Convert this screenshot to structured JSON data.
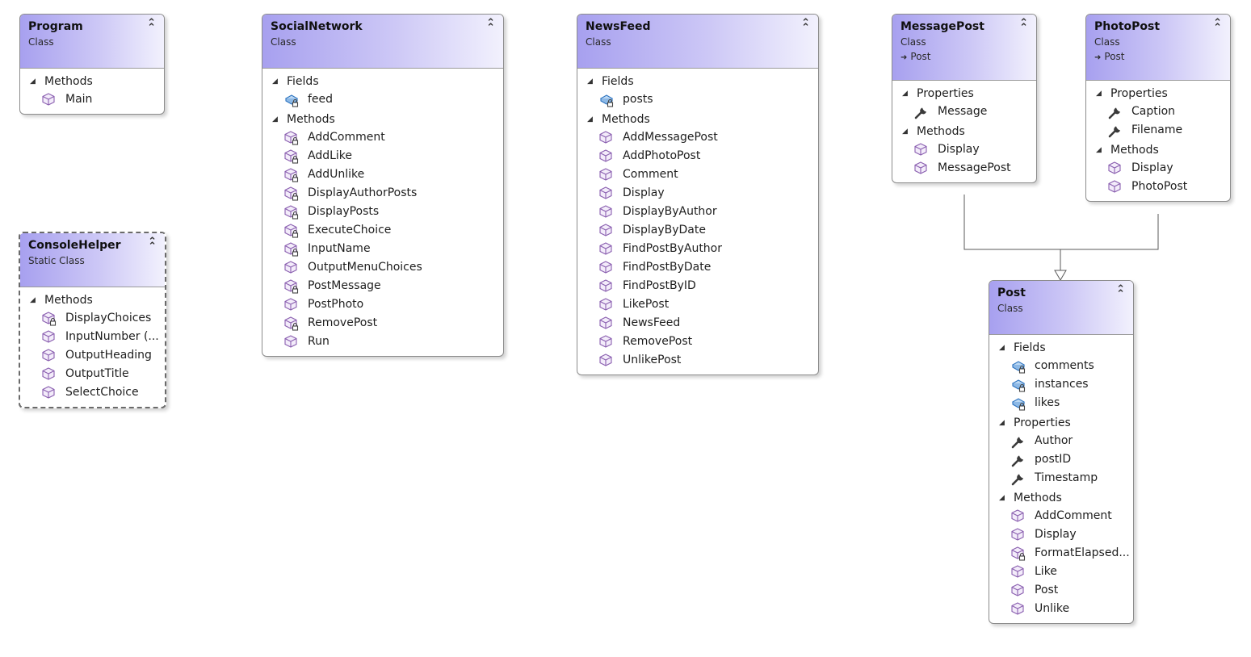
{
  "classes": [
    {
      "id": "program",
      "name": "Program",
      "kind": "Class",
      "base": "",
      "static": false,
      "sections": [
        {
          "title": "Methods",
          "members": [
            {
              "name": "Main",
              "type": "method-public"
            }
          ]
        }
      ]
    },
    {
      "id": "socialnetwork",
      "name": "SocialNetwork",
      "kind": "Class",
      "base": "",
      "static": false,
      "sections": [
        {
          "title": "Fields",
          "members": [
            {
              "name": "feed",
              "type": "field-private"
            }
          ]
        },
        {
          "title": "Methods",
          "members": [
            {
              "name": "AddComment",
              "type": "method-private"
            },
            {
              "name": "AddLike",
              "type": "method-private"
            },
            {
              "name": "AddUnlike",
              "type": "method-private"
            },
            {
              "name": "DisplayAuthorPosts",
              "type": "method-private"
            },
            {
              "name": "DisplayPosts",
              "type": "method-private"
            },
            {
              "name": "ExecuteChoice",
              "type": "method-private"
            },
            {
              "name": "InputName",
              "type": "method-private"
            },
            {
              "name": "OutputMenuChoices",
              "type": "method-public"
            },
            {
              "name": "PostMessage",
              "type": "method-private"
            },
            {
              "name": "PostPhoto",
              "type": "method-public"
            },
            {
              "name": "RemovePost",
              "type": "method-private"
            },
            {
              "name": "Run",
              "type": "method-public"
            }
          ]
        }
      ]
    },
    {
      "id": "newsfeed",
      "name": "NewsFeed",
      "kind": "Class",
      "base": "",
      "static": false,
      "sections": [
        {
          "title": "Fields",
          "members": [
            {
              "name": "posts",
              "type": "field-private"
            }
          ]
        },
        {
          "title": "Methods",
          "members": [
            {
              "name": "AddMessagePost",
              "type": "method-public"
            },
            {
              "name": "AddPhotoPost",
              "type": "method-public"
            },
            {
              "name": "Comment",
              "type": "method-public"
            },
            {
              "name": "Display",
              "type": "method-public"
            },
            {
              "name": "DisplayByAuthor",
              "type": "method-public"
            },
            {
              "name": "DisplayByDate",
              "type": "method-public"
            },
            {
              "name": "FindPostByAuthor",
              "type": "method-public"
            },
            {
              "name": "FindPostByDate",
              "type": "method-public"
            },
            {
              "name": "FindPostByID",
              "type": "method-public"
            },
            {
              "name": "LikePost",
              "type": "method-public"
            },
            {
              "name": "NewsFeed",
              "type": "method-public"
            },
            {
              "name": "RemovePost",
              "type": "method-public"
            },
            {
              "name": "UnlikePost",
              "type": "method-public"
            }
          ]
        }
      ]
    },
    {
      "id": "messagepost",
      "name": "MessagePost",
      "kind": "Class",
      "base": "Post",
      "static": false,
      "sections": [
        {
          "title": "Properties",
          "members": [
            {
              "name": "Message",
              "type": "property"
            }
          ]
        },
        {
          "title": "Methods",
          "members": [
            {
              "name": "Display",
              "type": "method-public"
            },
            {
              "name": "MessagePost",
              "type": "method-public"
            }
          ]
        }
      ]
    },
    {
      "id": "photopost",
      "name": "PhotoPost",
      "kind": "Class",
      "base": "Post",
      "static": false,
      "sections": [
        {
          "title": "Properties",
          "members": [
            {
              "name": "Caption",
              "type": "property"
            },
            {
              "name": "Filename",
              "type": "property"
            }
          ]
        },
        {
          "title": "Methods",
          "members": [
            {
              "name": "Display",
              "type": "method-public"
            },
            {
              "name": "PhotoPost",
              "type": "method-public"
            }
          ]
        }
      ]
    },
    {
      "id": "consolehelper",
      "name": "ConsoleHelper",
      "kind": "Static Class",
      "base": "",
      "static": true,
      "sections": [
        {
          "title": "Methods",
          "members": [
            {
              "name": "DisplayChoices",
              "type": "method-private"
            },
            {
              "name": "InputNumber  (...",
              "type": "method-public"
            },
            {
              "name": "OutputHeading",
              "type": "method-public"
            },
            {
              "name": "OutputTitle",
              "type": "method-public"
            },
            {
              "name": "SelectChoice",
              "type": "method-public"
            }
          ]
        }
      ]
    },
    {
      "id": "post",
      "name": "Post",
      "kind": "Class",
      "base": "",
      "static": false,
      "sections": [
        {
          "title": "Fields",
          "members": [
            {
              "name": "comments",
              "type": "field-private"
            },
            {
              "name": "instances",
              "type": "field-private"
            },
            {
              "name": "likes",
              "type": "field-private"
            }
          ]
        },
        {
          "title": "Properties",
          "members": [
            {
              "name": "Author",
              "type": "property"
            },
            {
              "name": "postID",
              "type": "property"
            },
            {
              "name": "Timestamp",
              "type": "property"
            }
          ]
        },
        {
          "title": "Methods",
          "members": [
            {
              "name": "AddComment",
              "type": "method-public"
            },
            {
              "name": "Display",
              "type": "method-public"
            },
            {
              "name": "FormatElapsed...",
              "type": "method-private"
            },
            {
              "name": "Like",
              "type": "method-public"
            },
            {
              "name": "Post",
              "type": "method-public"
            },
            {
              "name": "Unlike",
              "type": "method-public"
            }
          ]
        }
      ]
    }
  ],
  "colors": {
    "header_start": "#a7a0ef",
    "header_end": "#f2f1fd",
    "method_icon": "#8a5fb0",
    "field_icon": "#2e74c0",
    "lock": "#444444",
    "property_icon": "#3a3a3a",
    "connector": "#5a5a5a"
  }
}
